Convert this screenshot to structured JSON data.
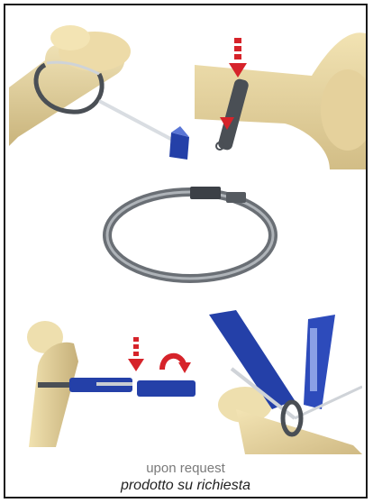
{
  "captions": {
    "english": "upon request",
    "italian": "prodotto su richiesta"
  },
  "panels": [
    {
      "name": "bone-band-blue-tensioner-panel",
      "icon": "bone-band-tensioner"
    },
    {
      "name": "bone-band-red-arrow-panel",
      "icon": "bone-band-red-arrow"
    },
    {
      "name": "metal-band-loop-panel",
      "icon": "metal-band-loop"
    },
    {
      "name": "bone-blue-tool-red-arrows-panel",
      "icon": "bone-tool-arrows"
    },
    {
      "name": "bone-blue-tools-closeup-panel",
      "icon": "bone-tools-closeup"
    }
  ],
  "colors": {
    "bone": "#e7d6a2",
    "band": "#4a4f55",
    "tool_blue": "#2440a8",
    "arrow_red": "#d6232a",
    "border": "#1a1a1a"
  }
}
